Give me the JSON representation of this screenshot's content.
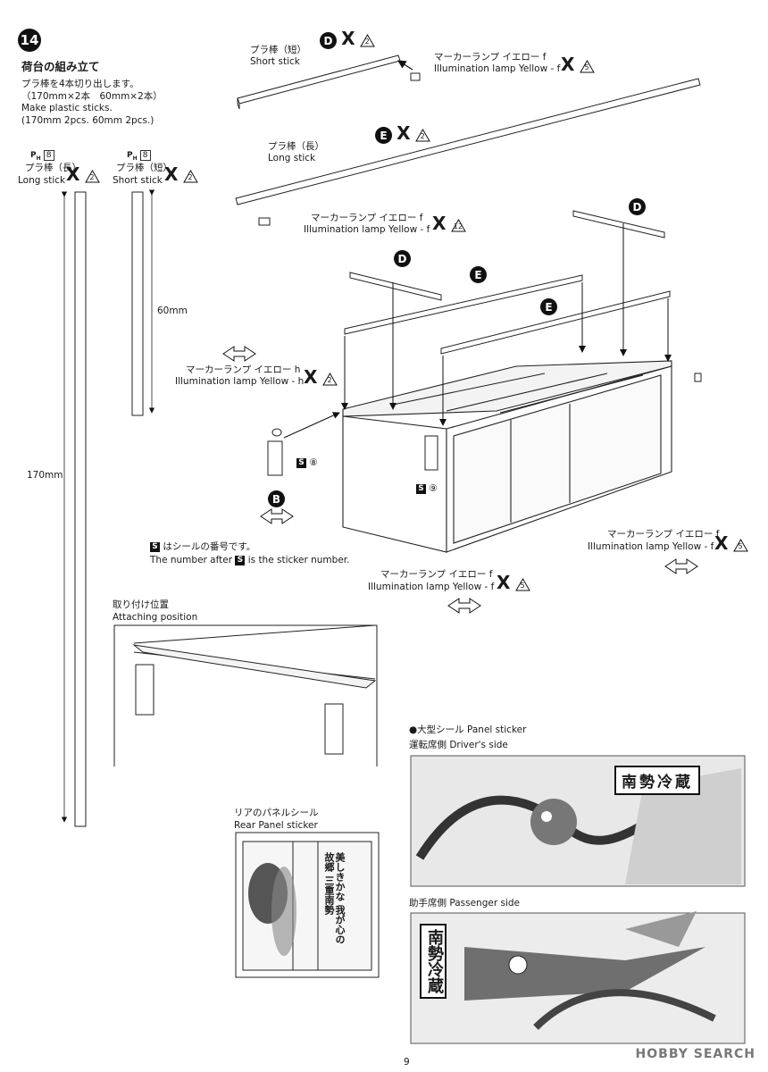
{
  "step": {
    "number": "14",
    "heading": "荷台の組み立て"
  },
  "instructions": [
    "プラ棒を4本切り出します。",
    "（170mm×2本　60mm×2本）",
    "Make plastic sticks.",
    "(170mm 2pcs. 60mm 2pcs.)"
  ],
  "stick_long": {
    "code": "P",
    "code_sub": "H",
    "num": "8",
    "jp": "プラ棒（長）",
    "en": "Long stick",
    "qty": "2",
    "length": "170mm"
  },
  "stick_short": {
    "code": "P",
    "code_sub": "H",
    "num": "8",
    "jp": "プラ棒（短）",
    "en": "Short stick",
    "qty": "2",
    "length": "60mm"
  },
  "part_d_top": {
    "jp": "プラ棒（短）",
    "en": "Short stick",
    "letter": "D",
    "qty": "2"
  },
  "part_e_top": {
    "jp": "プラ棒（長）",
    "en": "Long stick",
    "letter": "E",
    "qty": "2"
  },
  "lamp_f_top": {
    "jp": "マーカーランプ イエロー f",
    "en": "Illumination lamp Yellow - f",
    "qty": "5"
  },
  "lamp_f_mid": {
    "jp": "マーカーランプ イエロー f",
    "en": "Illumination lamp Yellow - f",
    "qty": "12"
  },
  "lamp_h": {
    "jp": "マーカーランプ イエロー h",
    "en": "Illumination lamp Yellow - h",
    "qty": "2"
  },
  "lamp_f_right": {
    "jp": "マーカーランプ イエロー f",
    "en": "Illumination lamp Yellow - f",
    "qty": "5"
  },
  "lamp_f_bottom": {
    "jp": "マーカーランプ イエロー f",
    "en": "Illumination lamp Yellow - f",
    "qty": "5"
  },
  "callouts": {
    "d1": "D",
    "d2": "D",
    "e1": "E",
    "e2": "E",
    "b": "B",
    "sticker_a": "8",
    "sticker_b": "9",
    "s": "S"
  },
  "sticker_note": {
    "jp": "はシールの番号です。",
    "en_pre": "The number after",
    "en_post": "is the sticker number."
  },
  "attach": {
    "jp": "取り付け位置",
    "en": "Attaching position"
  },
  "rear_panel": {
    "jp": "リアのパネルシール",
    "en": "Rear Panel sticker",
    "text": [
      "美しきかな",
      "我が心の故郷",
      "三重南勢"
    ]
  },
  "panel": {
    "title": "●大型シール Panel sticker",
    "driver": "運転席側 Driver's side",
    "passenger": "助手席側 Passenger side",
    "logo": "南勢冷蔵"
  },
  "page_number": "9",
  "watermark": "HOBBY SEARCH"
}
